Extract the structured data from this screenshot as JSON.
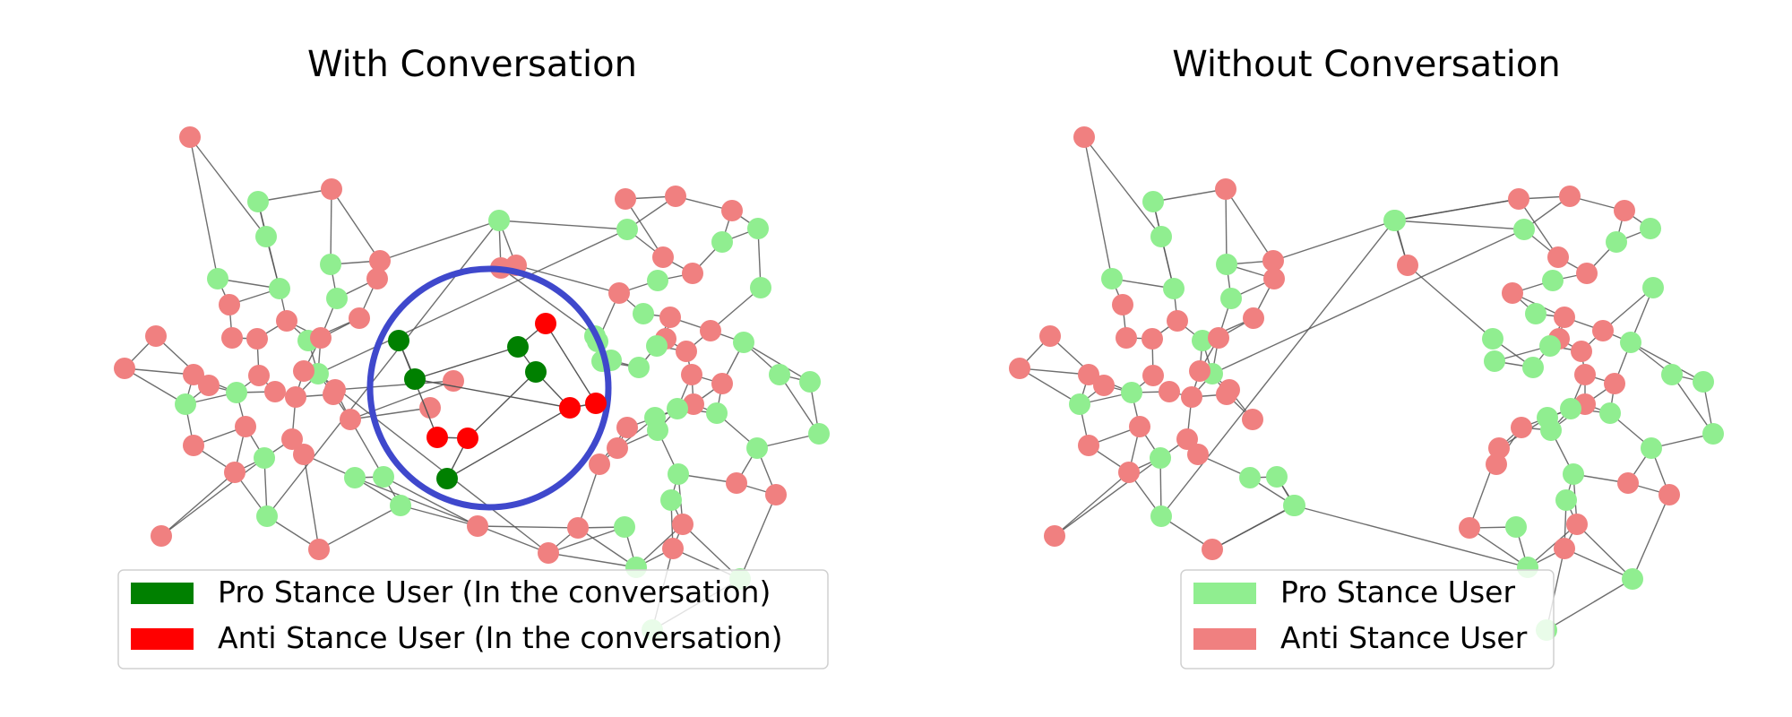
{
  "colors": {
    "pro_light": "#90EE90",
    "anti_light": "#F08080",
    "pro_dark": "#008000",
    "anti_dark": "#FF0000",
    "edge": "#555555",
    "highlight_circle": "#3F48CC"
  },
  "panels": [
    {
      "title": "With Conversation",
      "legend": [
        {
          "label": "Pro Stance User (In the conversation)",
          "color": "#008000"
        },
        {
          "label": "Anti Stance User (In the conversation)",
          "color": "#FF0000"
        }
      ]
    },
    {
      "title": "Without Conversation",
      "legend": [
        {
          "label": "Pro Stance User",
          "color": "#90EE90"
        },
        {
          "label": "Anti Stance User",
          "color": "#F08080"
        }
      ]
    }
  ]
}
